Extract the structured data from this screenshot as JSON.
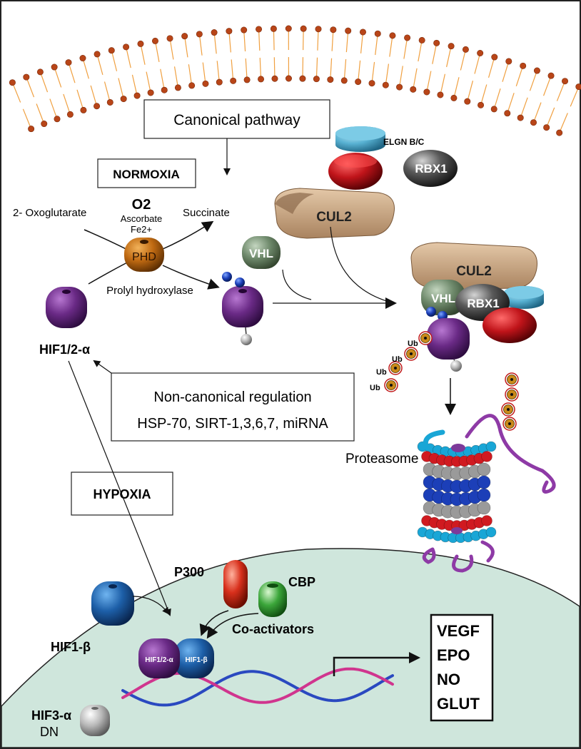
{
  "labels": {
    "canonical": "Canonical pathway",
    "normoxia": "NORMOXIA",
    "o2": "O2",
    "ascorbate": "Ascorbate",
    "fe": "Fe2+",
    "oxoglutarate": "2- Oxoglutarate",
    "succinate": "Succinate",
    "phd": "PHD",
    "prolyl": "Prolyl hydroxylase",
    "vhl": "VHL",
    "vhl_complex": "VHL",
    "cul2": "CUL2",
    "cul2_complex": "CUL2",
    "elgn": "ELGN B/C",
    "rbx1": "RBX1",
    "rbx1_complex": "RBX1",
    "hif_alpha": "HIF1/2-α",
    "noncanonical_title": "Non-canonical regulation",
    "noncanonical_list": "HSP-70, SIRT-1,3,6,7, miRNA",
    "hypoxia": "HYPOXIA",
    "ub1": "Ub",
    "ub2": "Ub",
    "ub3": "Ub",
    "ub4": "Ub",
    "proteasome": "Proteasome",
    "p300": "P300",
    "cbp": "CBP",
    "coactivators": "Co-activators",
    "hif1_beta": "HIF1-β",
    "dimer_alpha": "HIF1/2-α",
    "dimer_beta": "HIF1-β",
    "hif3_alpha": "HIF3-α",
    "dn": "DN"
  },
  "target_genes": [
    "VEGF",
    "EPO",
    "NO",
    "GLUT"
  ],
  "colors": {
    "nucleus": "#cfe6dc",
    "hif_alpha": "#6a2a86",
    "hif_beta": "#1d5fa8",
    "phd": "#c06a12",
    "vhl": "#6f8a6c",
    "cul2": "#c7a686",
    "rbx1": "#4a4a4a",
    "elgn_red": "#c0141a",
    "elgn_blue": "#59b2d3",
    "p300": "#d8301c",
    "cbp": "#3ba63a",
    "dna_pink": "#d0358e",
    "dna_blue": "#2a49c0",
    "membrane": "#e8902a"
  }
}
